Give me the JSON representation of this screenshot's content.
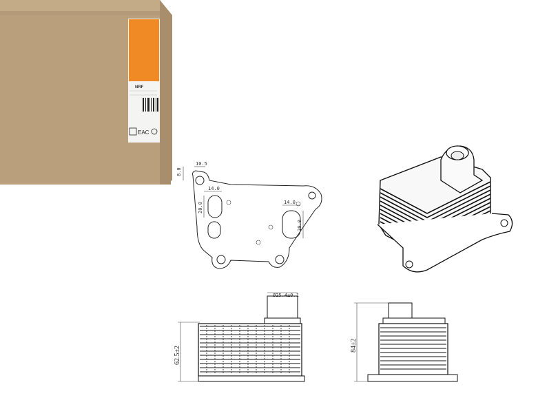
{
  "box": {
    "brand": "NRF",
    "label_text": "NRF",
    "barcode_icon": "barcode-icon",
    "cert_marks": "EAC"
  },
  "dimensions": {
    "top_left": "8.0",
    "top_hole": "10.5",
    "slot_left_w": "14.0",
    "slot_left_h": "20.0",
    "slot_right_w": "14.0",
    "slot_right_h": "20.0",
    "port": "Ø25.4±0.1",
    "height_front": "62.5±2",
    "height_side": "84±2"
  },
  "colors": {
    "cardboard": "#b49a78",
    "brand_orange": "#f08a24"
  }
}
